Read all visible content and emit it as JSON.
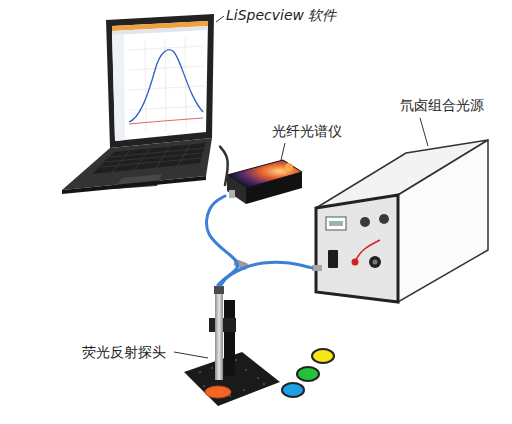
{
  "diagram": {
    "nodes": [
      {
        "text": [
          "LiSpecview 软件"
        ]
      },
      {
        "text": [
          "光纤光谱仪"
        ]
      },
      {
        "text": [
          "氘卤组合光源"
        ]
      },
      {
        "text": [
          "荧光反射探头"
        ]
      }
    ],
    "edges": [
      {
        "from": 0,
        "to": 1,
        "arrow": "none"
      },
      {
        "from": 1,
        "to": 3,
        "arrow": "none"
      },
      {
        "from": 2,
        "to": 3,
        "arrow": "none"
      }
    ]
  }
}
